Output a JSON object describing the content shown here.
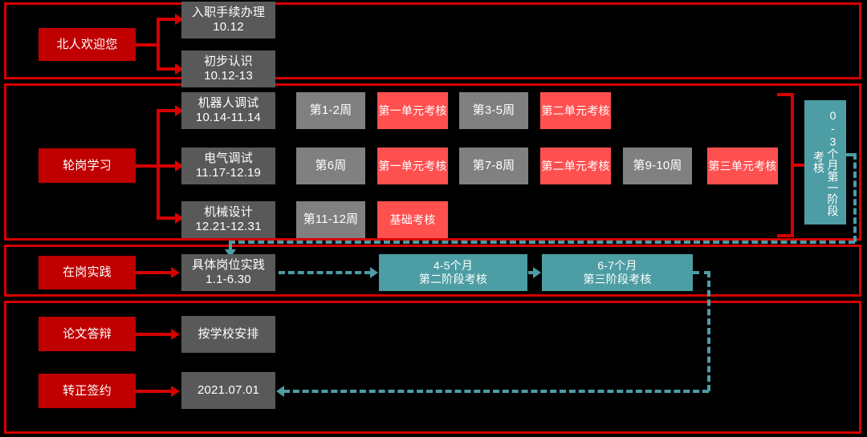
{
  "page": {
    "background": "#000000",
    "frame_color": "#D60000",
    "palette": {
      "dark_red": "#C00000",
      "gray_dark": "#595959",
      "gray_light": "#808080",
      "pink_red": "#FF5050",
      "teal": "#4D9DA4",
      "text": "#FFFFFF"
    }
  },
  "sections": [
    {
      "id": "onboarding",
      "title": "北人欢迎您",
      "tasks": [
        {
          "label": "入职手续办理\n10.12"
        },
        {
          "label": "初步认识\n10.12-13"
        }
      ]
    },
    {
      "id": "rotation",
      "title": "轮岗学习",
      "tracks": [
        {
          "task": "机器人调试\n10.14-11.14",
          "steps": [
            {
              "label": "第1-2周",
              "type": "week"
            },
            {
              "label": "第一单元考核",
              "type": "exam"
            },
            {
              "label": "第3-5周",
              "type": "week"
            },
            {
              "label": "第二单元考核",
              "type": "exam"
            }
          ]
        },
        {
          "task": "电气调试\n11.17-12.19",
          "steps": [
            {
              "label": "第6周",
              "type": "week"
            },
            {
              "label": "第一单元考核",
              "type": "exam"
            },
            {
              "label": "第7-8周",
              "type": "week"
            },
            {
              "label": "第二单元考核",
              "type": "exam"
            },
            {
              "label": "第9-10周",
              "type": "week"
            },
            {
              "label": "第三单元考核",
              "type": "exam"
            }
          ]
        },
        {
          "task": "机械设计\n12.21-12.31",
          "steps": [
            {
              "label": "第11-12周",
              "type": "week"
            },
            {
              "label": "基础考核",
              "type": "exam"
            }
          ]
        }
      ],
      "milestone": "0-3个月第一阶段考核"
    },
    {
      "id": "on-job-practice",
      "title": "在岗实践",
      "task": "具体岗位实践\n1.1-6.30",
      "milestones": [
        {
          "label": "4-5个月\n第二阶段考核"
        },
        {
          "label": "6-7个月\n第三阶段考核"
        }
      ]
    },
    {
      "id": "closing",
      "rows": [
        {
          "title": "论文答辩",
          "task": "按学校安排"
        },
        {
          "title": "转正签约",
          "task": "2021.07.01"
        }
      ]
    }
  ]
}
